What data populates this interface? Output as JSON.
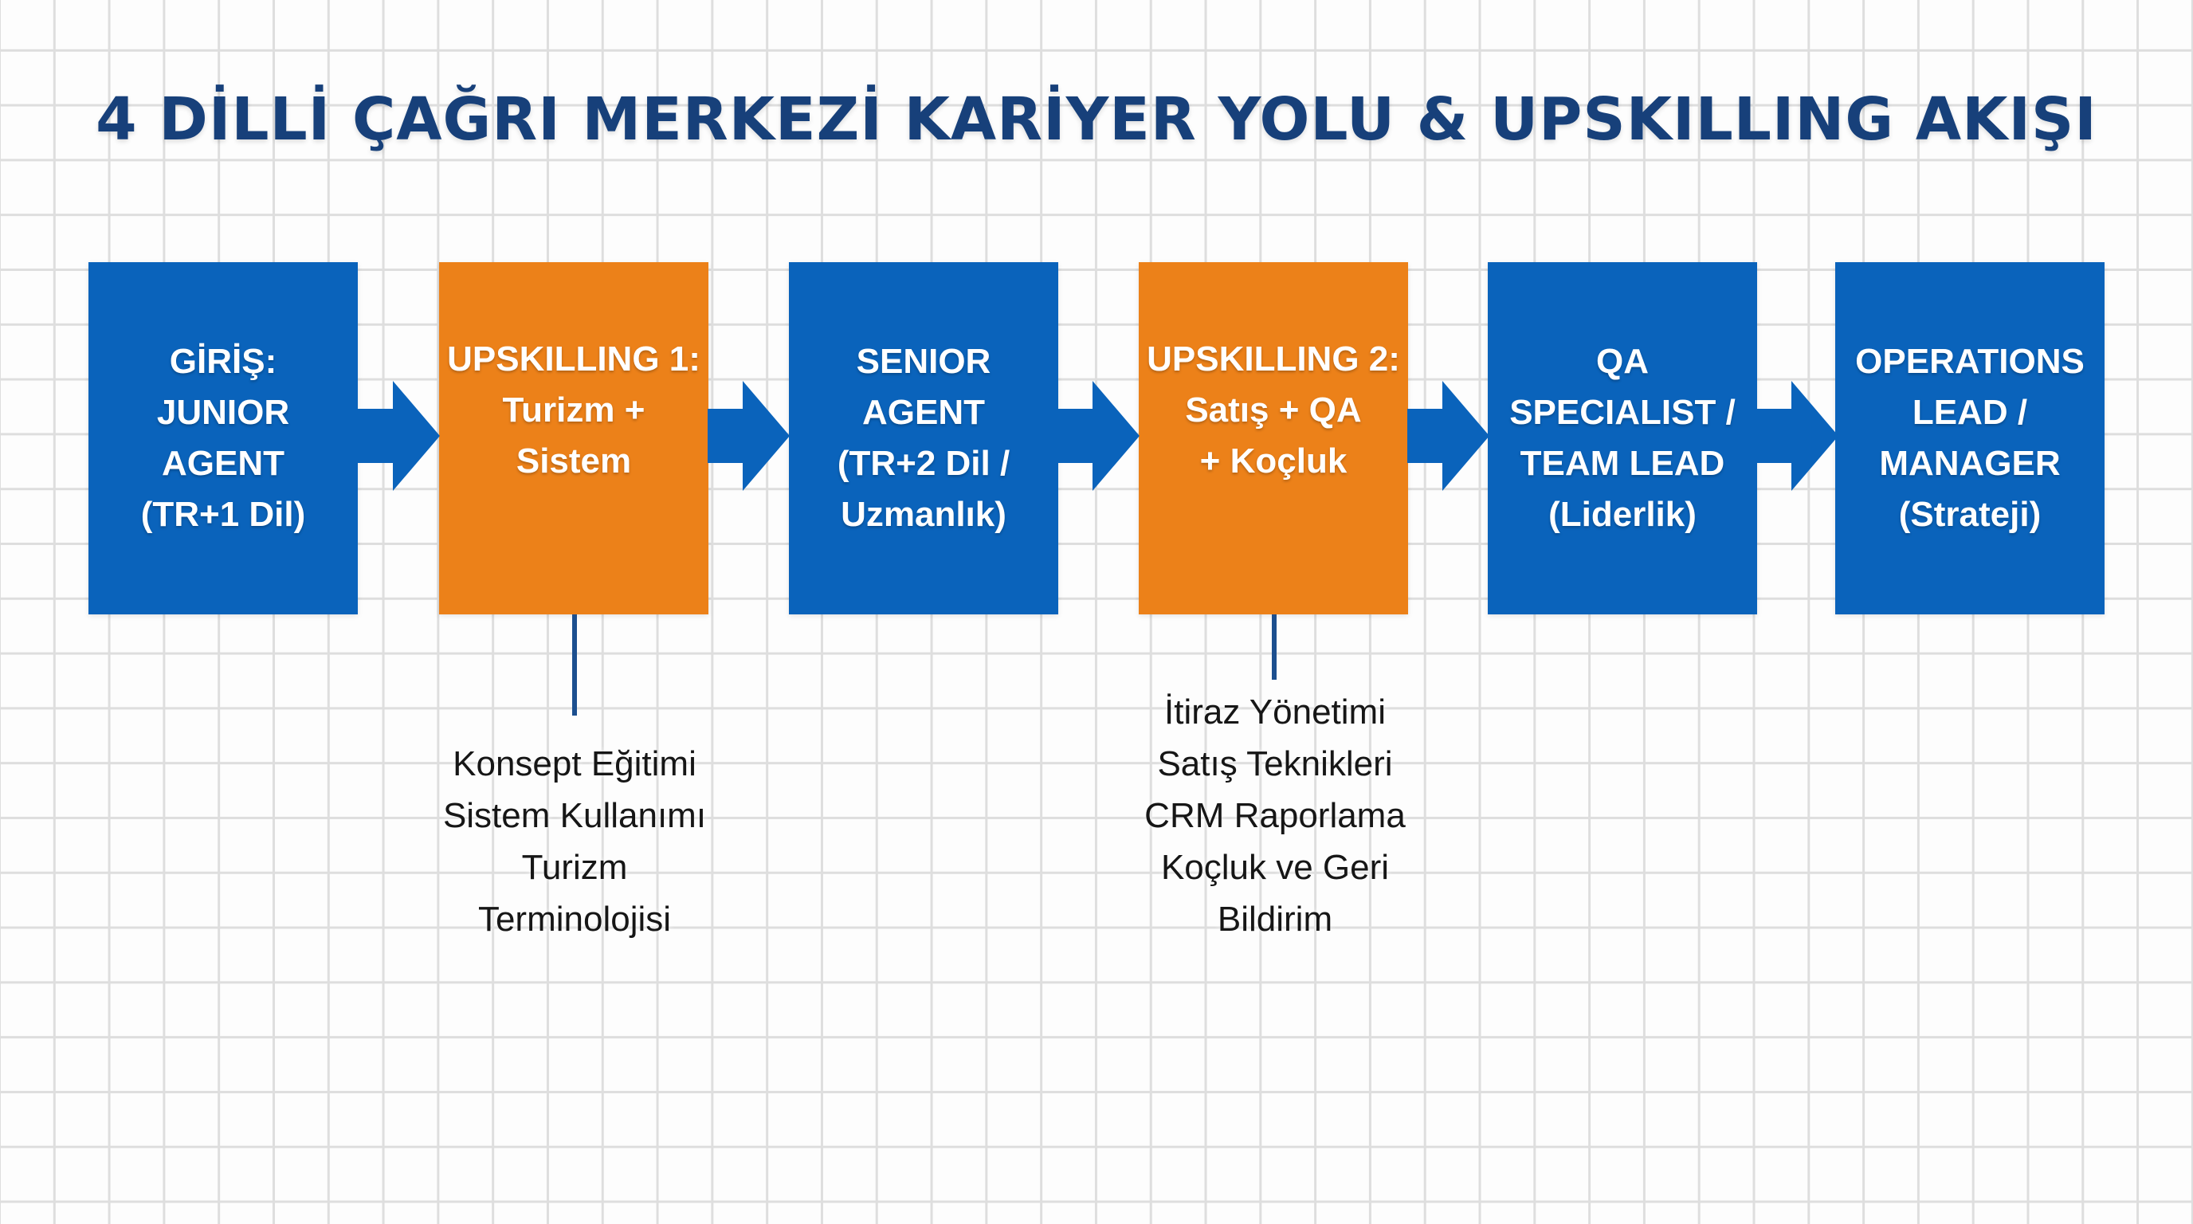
{
  "title": "4 DİLLİ ÇAĞRI MERKEZİ KARİYER YOLU & UPSKILLING AKIŞI",
  "colors": {
    "title": "#17407a",
    "career_stage": "#0a63bb",
    "upskilling_stage": "#ec8119",
    "arrow": "#0a63bb",
    "connector": "#1c4f8f",
    "grid": "#dedede",
    "background": "#fdfdfd"
  },
  "stages": [
    {
      "type": "career",
      "label": "GİRİŞ:\nJUNIOR\nAGENT\n(TR+1 Dil)"
    },
    {
      "type": "upskilling",
      "label": "UPSKILLING 1:\nTurizm +\nSistem"
    },
    {
      "type": "career",
      "label": "SENIOR\nAGENT\n(TR+2 Dil /\nUzmanlık)"
    },
    {
      "type": "upskilling",
      "label": "UPSKILLING 2:\nSatış + QA\n+ Koçluk"
    },
    {
      "type": "career",
      "label": "QA\nSPECIALIST /\nTEAM LEAD\n(Liderlik)"
    },
    {
      "type": "career",
      "label": "OPERATIONS\nLEAD /\nMANAGER\n(Strateji)"
    }
  ],
  "arrows": [
    {
      "from": "GİRİŞ: JUNIOR AGENT",
      "to": "UPSKILLING 1",
      "icon": "right-arrow-icon"
    },
    {
      "from": "UPSKILLING 1",
      "to": "SENIOR AGENT",
      "icon": "right-arrow-icon"
    },
    {
      "from": "SENIOR AGENT",
      "to": "UPSKILLING 2",
      "icon": "right-arrow-icon"
    },
    {
      "from": "UPSKILLING 2",
      "to": "QA SPECIALIST / TEAM LEAD",
      "icon": "right-arrow-icon"
    },
    {
      "from": "QA SPECIALIST / TEAM LEAD",
      "to": "OPERATIONS LEAD / MANAGER",
      "icon": "right-arrow-icon"
    }
  ],
  "upskilling_details": [
    {
      "stage": "UPSKILLING 1",
      "items": [
        "Konsept Eğitimi",
        "Sistem Kullanımı",
        "Turizm",
        "Terminolojisi"
      ]
    },
    {
      "stage": "UPSKILLING 2",
      "items": [
        "İtiraz Yönetimi",
        "Satış Teknikleri",
        "CRM Raporlama",
        "Koçluk ve Geri",
        "Bildirim"
      ]
    }
  ]
}
